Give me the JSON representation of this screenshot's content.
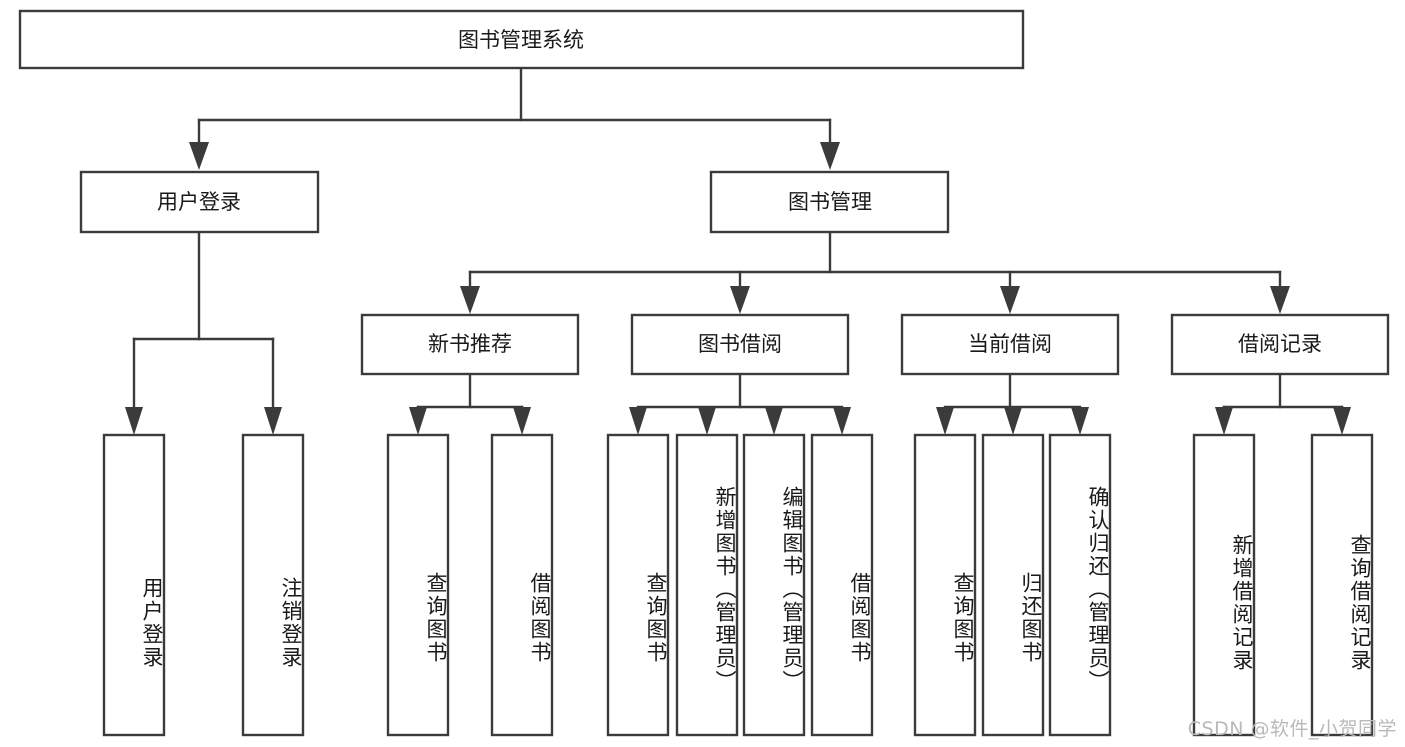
{
  "diagram": {
    "title": "图书管理系统",
    "watermark": "CSDN @软件_小贺同学",
    "colors": {
      "stroke": "#3b3b3b",
      "fill": "#ffffff",
      "text": "#1a1a1a",
      "watermark": "#b9b9b9"
    },
    "root": {
      "label": "图书管理系统"
    },
    "level2": [
      {
        "label": "用户登录"
      },
      {
        "label": "图书管理"
      }
    ],
    "level3": [
      {
        "label": "新书推荐"
      },
      {
        "label": "图书借阅"
      },
      {
        "label": "当前借阅"
      },
      {
        "label": "借阅记录"
      }
    ],
    "leaves": {
      "user_login": [
        {
          "label": "用户登录"
        },
        {
          "label": "注销登录"
        }
      ],
      "new_book_recommend": [
        {
          "label": "查询图书"
        },
        {
          "label": "借阅图书"
        }
      ],
      "book_borrow": [
        {
          "label": "查询图书"
        },
        {
          "label": "新增图书（管理员）"
        },
        {
          "label": "编辑图书（管理员）"
        },
        {
          "label": "借阅图书"
        }
      ],
      "current_borrow": [
        {
          "label": "查询图书"
        },
        {
          "label": "归还图书"
        },
        {
          "label": "确认归还（管理员）"
        }
      ],
      "borrow_record": [
        {
          "label": "新增借阅记录"
        },
        {
          "label": "查询借阅记录"
        }
      ]
    }
  }
}
